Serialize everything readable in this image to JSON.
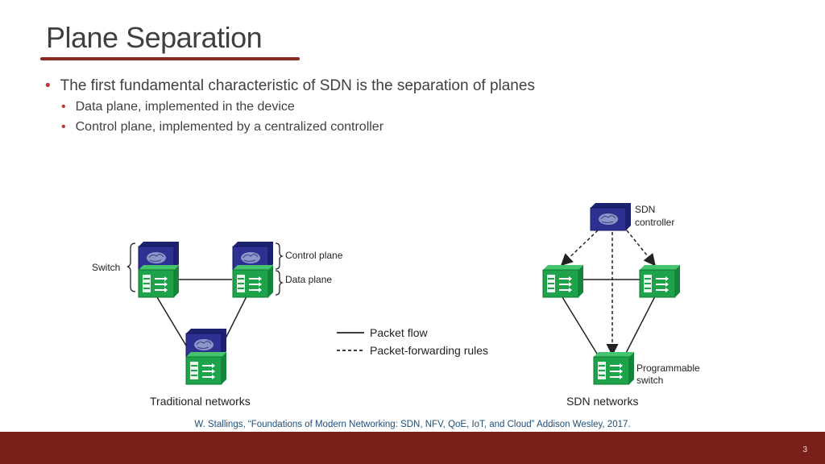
{
  "slide": {
    "title": "Plane Separation",
    "bullet_main": "The first fundamental characteristic of SDN is the separation of planes",
    "bullet_sub": [
      "Data plane, implemented in the device",
      "Control plane, implemented by a centralized controller"
    ],
    "page_number": "3"
  },
  "diagram": {
    "switch_label": "Switch",
    "control_plane_label": "Control plane",
    "data_plane_label": "Data plane",
    "legend_packet_flow": "Packet flow",
    "legend_forwarding_rules": "Packet-forwarding rules",
    "sdn_controller_line1": "SDN",
    "sdn_controller_line2": "controller",
    "programmable_line1": "Programmable",
    "programmable_line2": "switch",
    "caption_traditional": "Traditional networks",
    "caption_sdn": "SDN networks"
  },
  "citation": "W. Stallings, “Foundations of Modern Networking: SDN, NFV, QoE, IoT, and Cloud” Addison Wesley, 2017.",
  "colors": {
    "accent": "#8b2a20",
    "footer": "#7b1f1a",
    "control_plane_box": "#2e3192",
    "data_plane_box": "#1fa34a"
  }
}
